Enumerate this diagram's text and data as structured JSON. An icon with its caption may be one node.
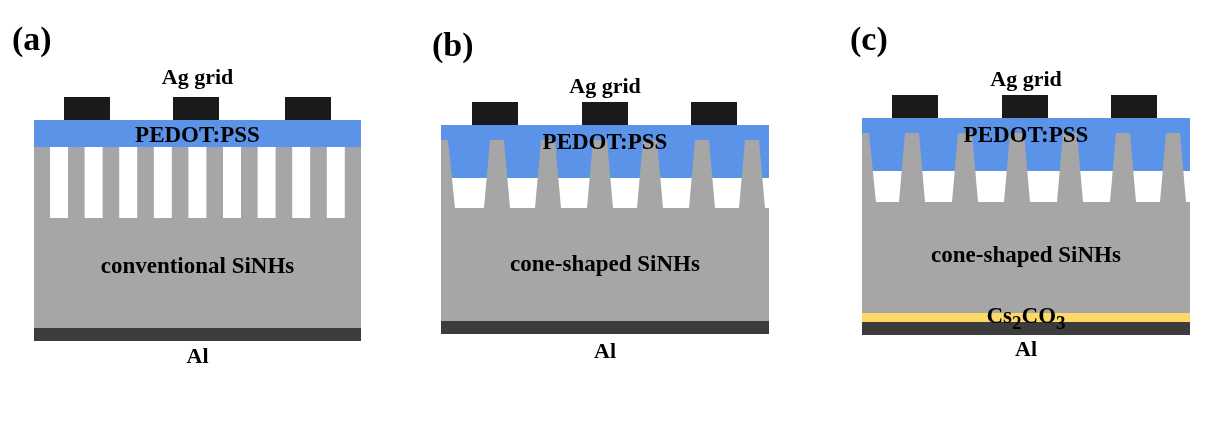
{
  "diagram": {
    "nodes": [
      {
        "text": [
          "PEDOT:PSS"
        ]
      },
      {
        "text": [
          "conventional SiNHs"
        ]
      },
      {
        "text": [
          "PEDOT:PSS"
        ]
      },
      {
        "text": [
          "cone-shaped SiNHs"
        ]
      },
      {
        "text": [
          "PEDOT:PSS"
        ]
      },
      {
        "text": [
          "cone-shaped SiNHs"
        ]
      },
      {
        "text": [
          "Cs$_{2}$CO$_{3}$"
        ]
      }
    ],
    "labels": [
      "(a)",
      "(b)",
      "(c)",
      "Ag grid",
      "Ag grid",
      "Ag grid",
      "Al",
      "Al",
      "Al"
    ]
  }
}
